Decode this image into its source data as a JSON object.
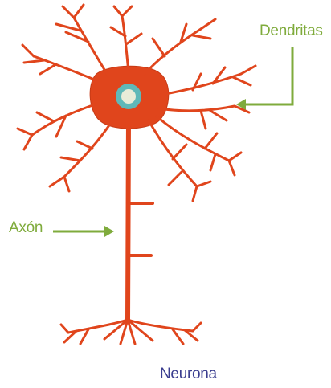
{
  "labels": {
    "dendrites": "Dendritas",
    "axon": "Axón",
    "neuron": "Neurona"
  },
  "colors": {
    "neuron_fill": "#e0451c",
    "neuron_dark": "#c73a15",
    "arrow": "#7fab3c",
    "label_green": "#7fab3c",
    "label_blue": "#3a3d8f",
    "nucleus_ring": "#5fb8b8",
    "nucleus_core": "#e9ecd8"
  }
}
